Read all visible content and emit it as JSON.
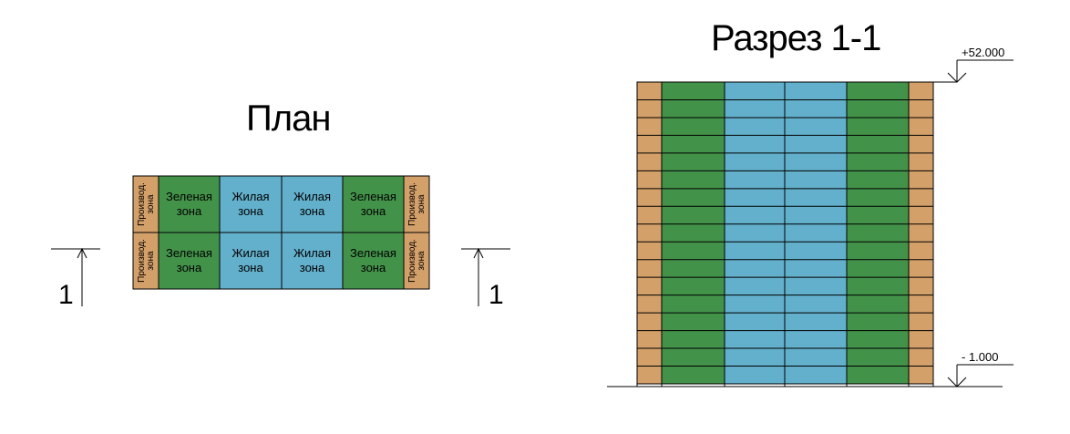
{
  "plan": {
    "title": "План",
    "top_row": [
      {
        "label": "Производ. зона",
        "zone": "production"
      },
      {
        "label": "Зеленая зона",
        "zone": "green"
      },
      {
        "label": "Жилая зона",
        "zone": "living"
      },
      {
        "label": "Жилая зона",
        "zone": "living"
      },
      {
        "label": "Зеленая зона",
        "zone": "green"
      },
      {
        "label": "Производ. зона",
        "zone": "production"
      }
    ],
    "bottom_row": [
      {
        "label": "Производ. зона",
        "zone": "production"
      },
      {
        "label": "Зеленая зона",
        "zone": "green"
      },
      {
        "label": "Жилая зона",
        "zone": "living"
      },
      {
        "label": "Жилая зона",
        "zone": "living"
      },
      {
        "label": "Зеленая зона",
        "zone": "green"
      },
      {
        "label": "Производ. зона",
        "zone": "production"
      }
    ],
    "cut_mark_left": "1",
    "cut_mark_right": "1"
  },
  "section": {
    "title": "Разрез 1-1",
    "floors": 17,
    "columns": [
      "production",
      "green",
      "living",
      "living",
      "green",
      "production"
    ],
    "elevation_top": "+52.000",
    "elevation_bottom": "- 1.000"
  },
  "colors": {
    "production": "#d4a06a",
    "green": "#43924a",
    "living": "#63b0cc",
    "line": "#000000"
  }
}
